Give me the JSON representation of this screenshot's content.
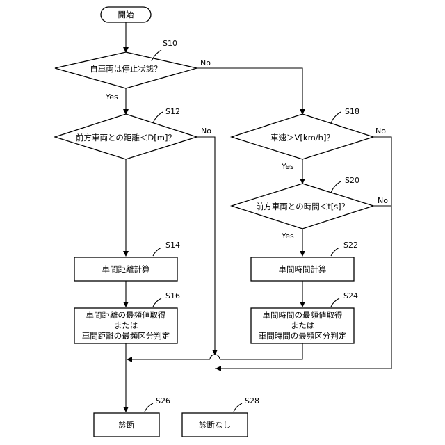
{
  "nodes": {
    "start": {
      "label": "開始"
    },
    "s10": {
      "label": "自車両は停止状態？",
      "id": "S10"
    },
    "s12": {
      "label": "前方車両との距離＜D[m]？",
      "id": "S12"
    },
    "s14": {
      "label": "車間距離計算",
      "id": "S14"
    },
    "s16": {
      "lines": [
        "車間距離の最頻値取得",
        "または",
        "車間距離の最頻区分判定"
      ],
      "id": "S16"
    },
    "s18": {
      "label": "車速＞V[km/h]？",
      "id": "S18"
    },
    "s20": {
      "label": "前方車両との時間＜t[s]？",
      "id": "S20"
    },
    "s22": {
      "label": "車間時間計算",
      "id": "S22"
    },
    "s24": {
      "lines": [
        "車間時間の最頻値取得",
        "または",
        "車間時間の最頻区分判定"
      ],
      "id": "S24"
    },
    "s26": {
      "label": "診断",
      "id": "S26"
    },
    "s28": {
      "label": "診断なし",
      "id": "S28"
    }
  },
  "edges": {
    "s10_no": "No",
    "s10_yes": "Yes",
    "s12_no": "No",
    "s18_no": "No",
    "s18_yes": "Yes",
    "s20_no": "No",
    "s20_yes": "Yes"
  }
}
